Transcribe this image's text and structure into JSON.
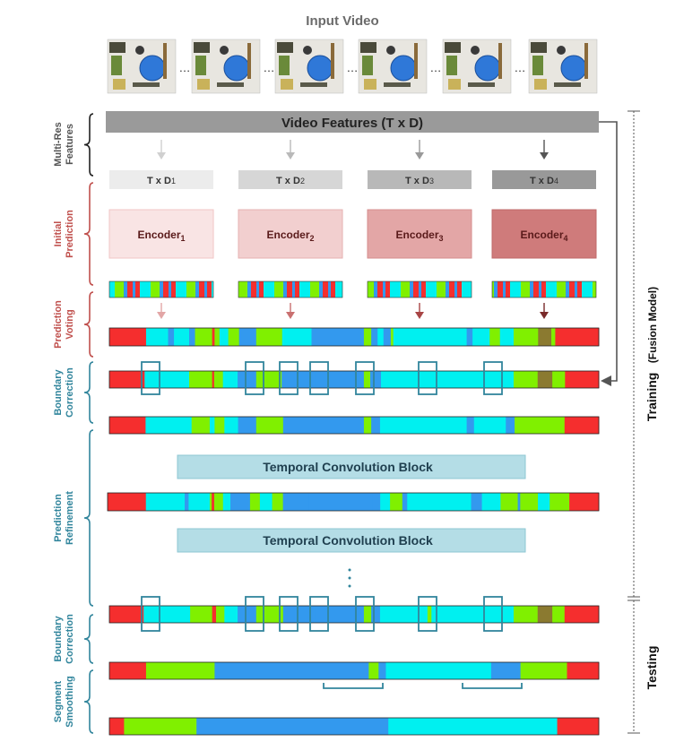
{
  "title": "Input Video",
  "features_bar": "Video Features (T x D)",
  "resolutions": [
    {
      "label": "T x D",
      "sub": "1",
      "encoder": "Encoder",
      "encoder_sub": "1",
      "bar_color": "#ececec",
      "text_color": "#333333",
      "arrow_color": "#d0d0d0",
      "enc_fill": "#f9e4e4",
      "enc_stroke": "#f1c6c6",
      "vote_arrow": "#e2a6a6"
    },
    {
      "label": "T x D",
      "sub": "2",
      "encoder": "Encoder",
      "encoder_sub": "2",
      "bar_color": "#d6d6d6",
      "text_color": "#333333",
      "arrow_color": "#b9b9b9",
      "enc_fill": "#f2cfcf",
      "enc_stroke": "#e6b0b0",
      "vote_arrow": "#c97070"
    },
    {
      "label": "T x D",
      "sub": "3",
      "encoder": "Encoder",
      "encoder_sub": "3",
      "bar_color": "#b8b8b8",
      "text_color": "#333333",
      "arrow_color": "#999999",
      "enc_fill": "#e3a6a6",
      "enc_stroke": "#d48e8e",
      "vote_arrow": "#a84545"
    },
    {
      "label": "T x D",
      "sub": "4",
      "encoder": "Encoder",
      "encoder_sub": "4",
      "bar_color": "#999999",
      "text_color": "#333333",
      "arrow_color": "#555555",
      "enc_fill": "#cf7b7b",
      "enc_stroke": "#bf6a6a",
      "vote_arrow": "#7a2a2a"
    }
  ],
  "tcb_label": "Temporal Convolution Block",
  "dots": "⋮",
  "left_labels": [
    {
      "lines": [
        "Multi-Res",
        "Features"
      ],
      "color": "#555555"
    },
    {
      "lines": [
        "Initial",
        "Prediction"
      ],
      "color": "#c0504d"
    },
    {
      "lines": [
        "Prediction",
        "Voting"
      ],
      "color": "#c0504d"
    },
    {
      "lines": [
        "Boundary",
        "Correction"
      ],
      "color": "#31859c"
    },
    {
      "lines": [
        "Prediction",
        "Refinement"
      ],
      "color": "#31859c"
    },
    {
      "lines": [
        "Boundary",
        "Correction"
      ],
      "color": "#31859c"
    },
    {
      "lines": [
        "Segment",
        "Smoothing"
      ],
      "color": "#31859c"
    }
  ],
  "right_labels": {
    "training": "Training",
    "fusion": "(Fusion Model)",
    "testing": "Testing"
  },
  "colors": {
    "red": "#f52e2e",
    "cyan": "#00f0f0",
    "blue": "#3399ee",
    "green": "#80f000",
    "olive": "#8b7a30",
    "brace": "#111111",
    "box_outline": "#31859c",
    "tcb_fill": "#b4dde6",
    "tcb_stroke": "#8ec7d3",
    "feature_bar": "#9a9a9a",
    "teal_bracket": "#31859c"
  },
  "icons": [
    "video-frame-thumbnail",
    "ellipsis-icon",
    "down-arrow-icon",
    "return-arrow-icon"
  ]
}
